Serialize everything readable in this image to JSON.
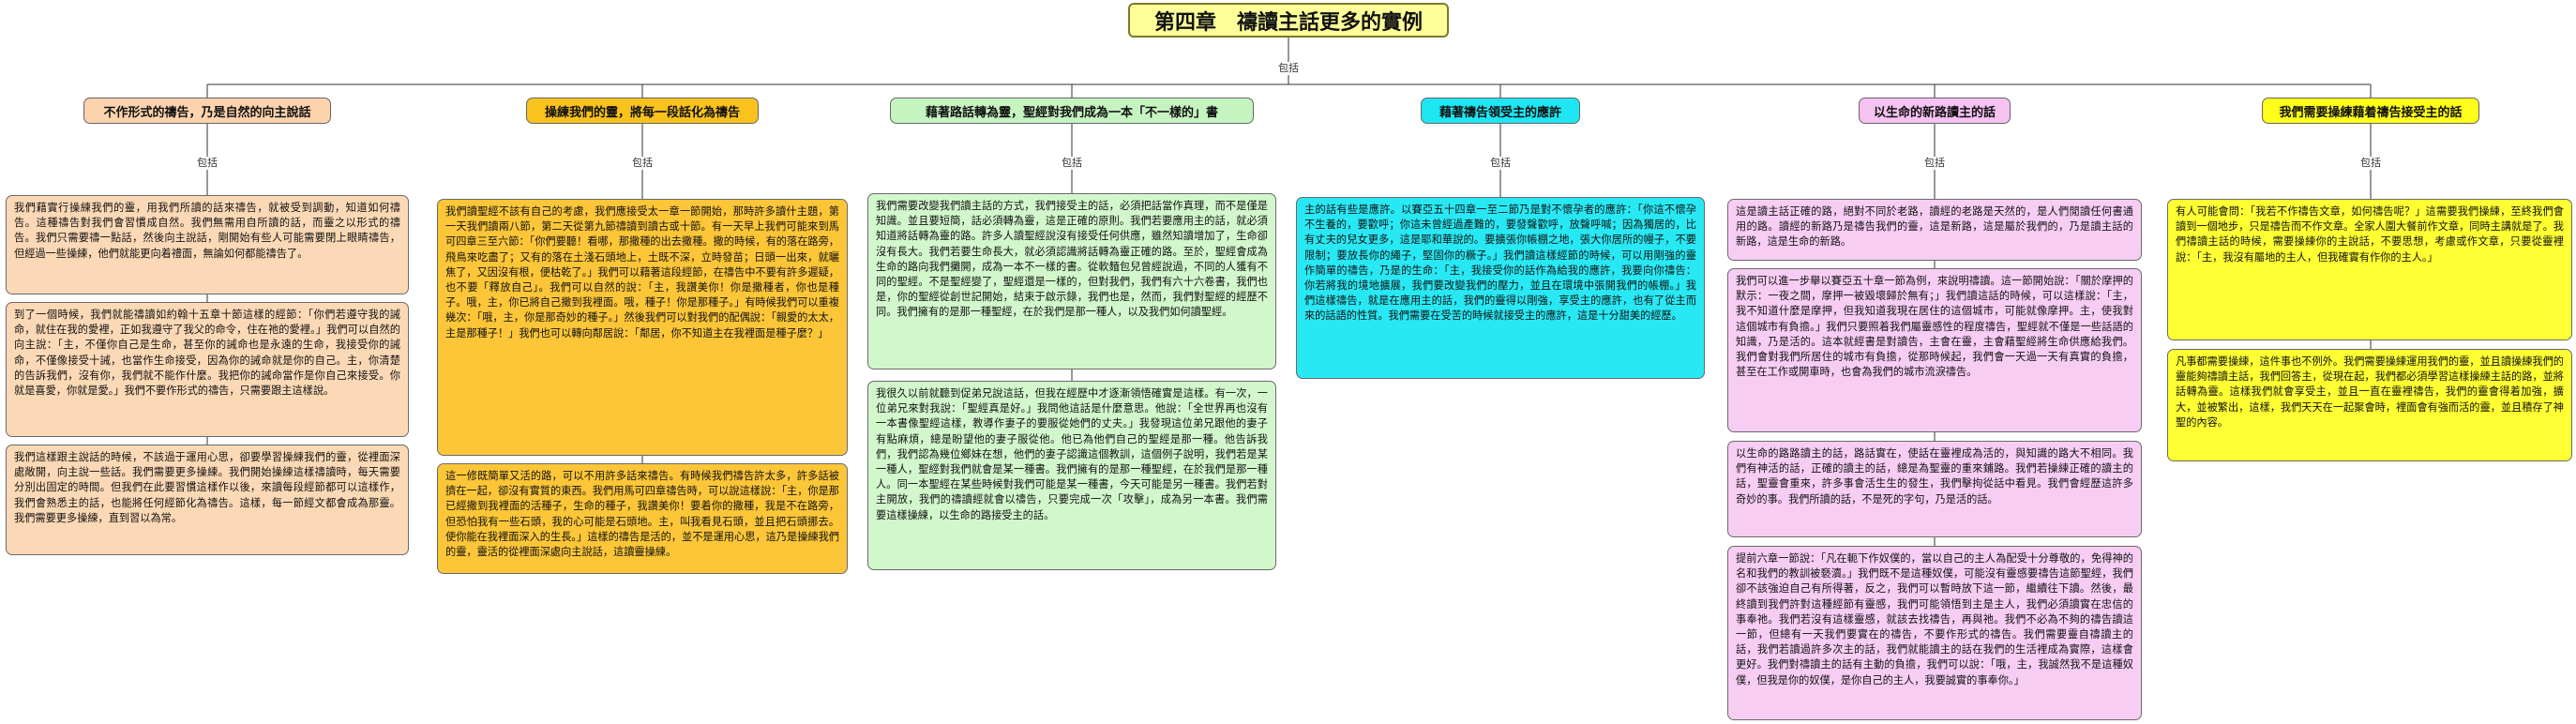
{
  "root_title": "第四章　禱讀主話更多的實例",
  "link_label": "包括",
  "branches": [
    {
      "title": "不作形式的禱告，乃是自然的向主說話",
      "notes": [
        "我們藉實行操練我們的靈，用我們所讀的話來禱告，就被受到調動，知道如何禱告。這種禱告對我們會習慣成自然。我們無需用自所讀的話，而靈之以形式的禱告。我們只需要禱一點話，然後向主說話，剛開始有些人可能需要閉上眼睛禱告，但經過一些操練，他們就能更向着禮面，無論如何都能禱告了。",
        "到了一個時候，我們就能禱讀如約翰十五章十節這樣的經節：「你們若遵守我的誡命，就住在我的愛裡，正如我遵守了我父的命令，住在祂的愛裡。」我們可以自然的向主說：「主，不僅你自己是生命，甚至你的誡命也是永遠的生命，我接受你的誡命，不僅像接受十誡，也當作生命接受，因為你的誡命就是你的自己。主，你清楚的告訴我們，沒有你，我們就不能作什麼。我把你的誡命當作是你自己來接受。你就是喜愛，你就是愛。」我們不要作形式的禱告，只需要跟主這樣說。",
        "我們這樣跟主說話的時候，不該過于運用心思，卻要學習操練我們的靈，從裡面深處敞開，向主說一些話。我們需要更多操練。我們開始操練這樣禱讀時，每天需要分別出固定的時間。但我們在此要習慣這樣作以後，來讀每段經節都可以這樣作，我們會熟悉主的話，也能將任何經節化為禱告。這樣，每一節經文都會成為那靈。我們需要更多操練，直到習以為常。"
      ]
    },
    {
      "title": "操練我們的靈，將每一段話化為禱告",
      "notes": [
        "我們讀聖經不該有自己的考慮，我們應接受太一章一節開始，那時許多讀什主題，第一天我們讀兩八節，第二天從第九節禱讀到讀古或十節。有一天早上我們可能來到馬可四章三至六節：「你們要聽！看哪，那撒種的出去撒種。撒的時候，有的落在路旁，飛鳥來吃盡了；又有的落在土淺石頭地上，土既不深，立時發苗；日頭一出來，就曬焦了，又因沒有根，便枯乾了。」我們可以藉著這段經節，在禱告中不要有許多遲疑，也不要「釋放自己」。我們可以自然的說：「主，我讚美你！你是撒種者，你也是種子。哦，主，你已將自己撒到我裡面。哦，種子！你是那種子。」有時候我們可以重複幾次：「哦，主，你是那奇妙的種子。」然後我們可以對我們的配偶說：「親愛的太太，主是那種子！」我們也可以轉向鄰居說：「鄰居，你不知道主在我裡面是種子麼？」",
        "這一修既簡單又活的路，可以不用許多話來禱告。有時候我們禱告許太多，許多話被擠在一起，卻沒有實質的東西。我們用馬可四章禱告時，可以說這樣說：「主，你是那已經撒到我裡面的活種子，生命的種子，我讚美你！要着你的撒種，我是不在路旁，但恐怕我有一些石頭，我的心可能是石頭地。主，叫我看見石頭，並且把石頭挪去。使你能在我裡面深入的生長。」這樣的禱告是活的，並不是運用心思，這乃是操練我們的靈，靈活的從裡面深處向主說話，這讀靈操練。"
      ]
    },
    {
      "title": "藉著路話轉為靈，聖經對我們成為一本「不一樣的」書",
      "notes": [
        "我們需要改變我們讀主話的方式，我們接受主的話，必須把話當作真理，而不是僅是知識。並且要短簡，話必須轉為靈，這是正確的原則。我們若要應用主的話，就必須知道將話轉為靈的路。許多人讀聖經說沒有接受任何供應，雖然知讀增加了，生命卻沒有長大。我們若要生命長大，就必須認識將話轉為靈正確的路。至於，聖經會成為生命的路向我們攤開，成為一本不一樣的書。從軟麵包兒曾經說過，不同的人獲有不同的聖經。不是聖經變了，聖經還是一樣的，但對我們，我們有六十六卷書，我們也是，你的聖經從創世記開始，結束于啟示錄，我們也是，然而，我們對聖經的經歷不同。我們擁有的是那一種聖經，在於我們是那一種人，以及我們如何讀聖經。",
        "我很久以前就聽到促弟兄說這話，但我在經歷中才逐漸領悟確實是這樣。有一次，一位弟兄來對我說：「聖經真是好。」我問他這話是什麼意思。他說：「全世界再也沒有一本書像聖經這樣，教導作妻子的要服從她們的丈夫。」我發現這位弟兄跟他的妻子有點麻煩，總是盼望他的妻子服從他。他已為他們自己的聖經是那一種。他告訴我們，我們認為幾位鄉妹在想，他們的妻子認識這個教訓，這個例子說明，我們若是某一種人，聖經對我們就會是某一種書。我們擁有的是那一種聖經，在於我們是那一種人。同一本聖經在某些時候對我們可能是某一種書，今天可能是另一種書。我們若對主開放，我們的禱讀經就會以禱告，只要完成一次「攻擊」，成為另一本書。我們需要這樣操練，以生命的路接受主的話。"
      ]
    },
    {
      "title": "藉著禱告領受主的應許",
      "notes": [
        "主的話有些是應許。以賽亞五十四章一至二節乃是對不懷孕者的應許：「你這不懷孕不生養的，要歡呼；你這未曾經過產難的，要發聲歡呼，放聲呼喊；因為獨居的，比有丈夫的兒女更多，這是耶和華說的。要擴張你帳棚之地，張大你居所的幔子，不要限制；要放長你的繩子，堅固你的橛子。」我們讀這樣經節的時候，可以用剛強的靈作簡單的禱告，乃是的生命：「主，我接受你的話作為給我的應許，我要向你禱告：你若將我的境地擴展，我們要改變我們的壓力，並且在環境中張開我們的帳棚。」我們這樣禱告，就是在應用主的話，我們的靈得以剛強，享受主的應許，也有了從主而來的話語的性質。我們需要在受苦的時候就接受主的應許，這是十分甜美的經歷。"
      ]
    },
    {
      "title": "以生命的新路讀主的話",
      "notes": [
        "這是讀主話正確的路，絕對不同於老路，讀經的老路是天然的，是人們閒讀任何書通用的路。讀經的新路乃是禱告我們的靈，這是新路，這是屬於我們的，乃是讀主話的新路，這是生命的新路。",
        "我們可以進一步舉以賽亞五十章一節為例，來說明禱讀。這一節開始說：「關於摩押的默示：一夜之間，摩押一被毀壞歸於無有；」我們讀這話的時候，可以這樣說：「主，我不知道什麼是摩押，但我知道我現在居住的這個城市，可能就像摩押。主，使我對這個城市有負擔。」我們只要照着我們屬靈感性的程度禱告，聖經就不僅是一些話語的知識，乃是活的。這本就經書是對讀告，主會在靈，主會藉聖經將生命供應給我們。我們會對我們所居住的城市有負擔，從那時候起，我們會一天過一天有真實的負擔，甚至在工作或開車時，也會為我們的城市流淚禱告。",
        "以生命的路路讀主的話，路話實在，使話在靈裡成為活的，與知識的路大不相同。我們有神活的話，正確的讀主的話，總是為聖靈的重來鋪路。我們若操練正確的讀主的話，聖靈會重來，許多事會活生生的發生，我們擊拘從話中看見。我們會經歷這許多奇妙的事。我們所讀的話，不是死的字句，乃是活的話。",
        "提前六章一節說：「凡在軛下作奴僕的，當以自己的主人為配受十分尊敬的，免得神的名和我們的教訓被褻瀆。」我們既不是這種奴僕，可能沒有靈感要禱告這節聖經，我們卻不該強迫自己有所得著，反之，我們可以暫時放下這一節，繼續往下讀。然後，最終讀到我們許對這種經節有靈感，我們可能領悟到主是主人，我們必須讀實在忠信的事奉祂。我們若沒有這樣靈感，就該去找禱告，再與祂。我們不必為不夠的禱告讀這一節，但總有一天我們要實在的禱告，不要作形式的禱告。我們需要靈自禱讀主的話，我們若讀過許多次主的話，我們就能讀主的話在我們的生活裡成為實際，這樣會更好。我們對禱讀主的話有主動的負擔，我們可以說：「哦，主，我誠然我不是這種奴僕，但我是你的奴僕，是你自己的主人，我要誠實的事奉你。」"
      ]
    },
    {
      "title": "我們需要操練藉着禱告接受主的話",
      "notes": [
        "有人可能會問：「我若不作禱告文章，如何禱告呢？」這需要我們操練，至終我們會讀到一個地步，只是禱告而不作文章。全家人圍大餐前作文章，同時主講就是了。我們禱讀主話的時候，需要操練你的主說話，不要思想，考慮或作文章，只要從靈裡說：「主，我沒有屬地的主人，但我確實有作你的主人。」",
        "凡事都需要操練，這件事也不例外。我們需要操練運用我們的靈，並且讀操練我們的靈能夠禱讀主話，我們回答主，從現在起，我們都必須學習這樣操練主話的路，並將話轉為靈。這樣我們就會享受主，並且一直在靈裡禱告，我們的靈會得着加強，擴大，並被繁出，這樣，我們天天在一起聚會時，裡面會有強而活的靈，並且積存了神聖的內容。"
      ]
    }
  ]
}
